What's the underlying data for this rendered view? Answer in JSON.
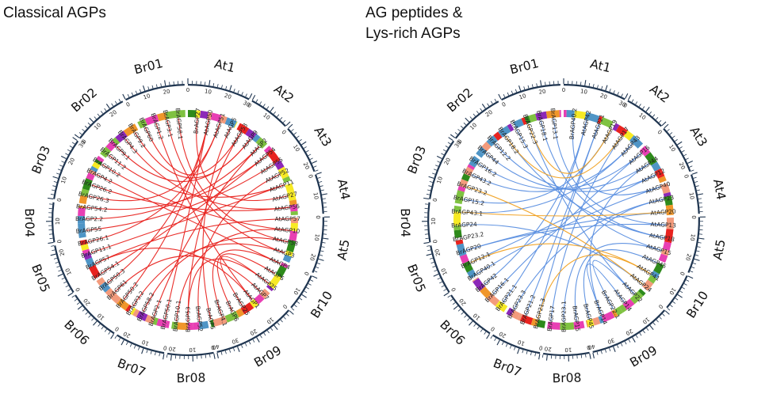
{
  "panels": [
    {
      "id": "classical",
      "title_lines": [
        "Classical AGPs"
      ],
      "link_colors": [
        "#e8231f"
      ],
      "chromosomes": [
        {
          "name": "At1",
          "size": 30,
          "ticks": [
            0,
            10,
            20,
            30
          ]
        },
        {
          "name": "At2",
          "size": 20,
          "ticks": [
            0,
            10
          ]
        },
        {
          "name": "At3",
          "size": 24,
          "ticks": [
            0,
            10,
            20
          ]
        },
        {
          "name": "At4",
          "size": 19,
          "ticks": [
            0,
            10
          ]
        },
        {
          "name": "At5",
          "size": 27,
          "ticks": [
            0,
            10,
            20
          ]
        },
        {
          "name": "Br10",
          "size": 18,
          "ticks": [
            0,
            10
          ]
        },
        {
          "name": "Br09",
          "size": 40,
          "ticks": [
            0,
            10,
            20,
            30,
            40
          ]
        },
        {
          "name": "Br08",
          "size": 22,
          "ticks": [
            0,
            10,
            20
          ]
        },
        {
          "name": "Br07",
          "size": 24,
          "ticks": [
            0,
            10,
            20
          ]
        },
        {
          "name": "Br06",
          "size": 26,
          "ticks": [
            0,
            10,
            20
          ]
        },
        {
          "name": "Br05",
          "size": 24,
          "ticks": [
            0,
            10,
            20
          ]
        },
        {
          "name": "Br04",
          "size": 19,
          "ticks": [
            0,
            10
          ]
        },
        {
          "name": "Br03",
          "size": 30,
          "ticks": [
            0,
            10,
            20,
            30
          ]
        },
        {
          "name": "Br02",
          "size": 27,
          "ticks": [
            0,
            10,
            20
          ]
        },
        {
          "name": "Br01",
          "size": 29,
          "ticks": [
            0,
            10,
            20
          ]
        }
      ],
      "genes": [
        "BrAGP27",
        "AtAGP50",
        "AtAGP51",
        "AtAGP5",
        "AtAGP53",
        "AtAGP9",
        "AtAGP2",
        "AtAGP54",
        "AtAGP55",
        "AtAGP52",
        "AtAGP11",
        "AtAGP27",
        "AtAGP56",
        "AtAGP57",
        "AtAGP10",
        "AtAGP58",
        "AtAGP3",
        "AtAGP4",
        "AtAGP6",
        "AtAGP25",
        "AtAGP7",
        "AtAGP1",
        "BrAGP25",
        "BrAGP6",
        "BrAGP4.1",
        "BrAGP5",
        "BrAGP52",
        "BrAGP53",
        "BrAGP10.1",
        "BrAGP50.1",
        "BrAGP2.1",
        "BrAGP58.2",
        "BrAGP3.2",
        "BrAGP50.2",
        "BrAGP61",
        "BrAGP50.3",
        "BrAGP54.1",
        "BrAGP57",
        "BrAGP11.1",
        "BrAGP26.1",
        "BrAGP55",
        "BrAGP2.2",
        "BrAGP54.2",
        "BrAGP26.3",
        "BrAGP26.2",
        "BrAGP4.2",
        "BrAGP10.2",
        "BrAGP11.2",
        "BrAGP9.1",
        "BrAGP4.3",
        "BrAGP9.2",
        "BrAGP60",
        "BrAGP1.2",
        "BrAGP3.1",
        "BrAGP58.1"
      ],
      "links": [
        {
          "from": "AtAGP50",
          "to": "BrAGP50.1"
        },
        {
          "from": "AtAGP51",
          "to": "BrAGP26.3"
        },
        {
          "from": "AtAGP5",
          "to": "BrAGP5"
        },
        {
          "from": "AtAGP53",
          "to": "BrAGP53"
        },
        {
          "from": "AtAGP9",
          "to": "BrAGP9.1"
        },
        {
          "from": "AtAGP2",
          "to": "BrAGP2.2"
        },
        {
          "from": "AtAGP54",
          "to": "BrAGP54.2"
        },
        {
          "from": "AtAGP55",
          "to": "BrAGP55"
        },
        {
          "from": "AtAGP52",
          "to": "BrAGP52"
        },
        {
          "from": "AtAGP11",
          "to": "BrAGP11.2"
        },
        {
          "from": "AtAGP27",
          "to": "BrAGP27"
        },
        {
          "from": "AtAGP56",
          "to": "BrAGP4.3"
        },
        {
          "from": "AtAGP57",
          "to": "BrAGP57"
        },
        {
          "from": "AtAGP10",
          "to": "BrAGP10.2"
        },
        {
          "from": "AtAGP58",
          "to": "BrAGP58.1"
        },
        {
          "from": "AtAGP3",
          "to": "BrAGP3.1"
        },
        {
          "from": "AtAGP4",
          "to": "BrAGP4.2"
        },
        {
          "from": "AtAGP6",
          "to": "BrAGP6"
        },
        {
          "from": "AtAGP25",
          "to": "BrAGP25"
        },
        {
          "from": "AtAGP7",
          "to": "BrAGP61"
        },
        {
          "from": "AtAGP1",
          "to": "BrAGP1.2"
        },
        {
          "from": "AtAGP50",
          "to": "BrAGP50.3"
        },
        {
          "from": "AtAGP10",
          "to": "BrAGP10.1"
        },
        {
          "from": "AtAGP2",
          "to": "BrAGP2.1"
        },
        {
          "from": "AtAGP11",
          "to": "BrAGP11.1"
        },
        {
          "from": "AtAGP9",
          "to": "BrAGP9.2"
        },
        {
          "from": "AtAGP58",
          "to": "BrAGP58.2"
        },
        {
          "from": "AtAGP3",
          "to": "BrAGP3.2"
        },
        {
          "from": "AtAGP54",
          "to": "BrAGP54.1"
        },
        {
          "from": "AtAGP4",
          "to": "BrAGP4.1"
        },
        {
          "from": "AtAGP51",
          "to": "BrAGP26.1"
        },
        {
          "from": "AtAGP50",
          "to": "BrAGP50.2"
        },
        {
          "from": "AtAGP53",
          "to": "BrAGP60"
        },
        {
          "from": "AtAGP56",
          "to": "BrAGP26.2"
        },
        {
          "from": "AtAGP25",
          "to": "BrAGP53"
        },
        {
          "from": "AtAGP1",
          "to": "BrAGP57"
        }
      ]
    },
    {
      "id": "ag-peptides",
      "title_lines": [
        "AG peptides &",
        "Lys-rich AGPs"
      ],
      "link_colors": [
        "#5b8fe0",
        "#f0a020"
      ],
      "chromosomes": [
        {
          "name": "At1",
          "size": 30,
          "ticks": [
            0,
            10,
            20,
            30
          ]
        },
        {
          "name": "At2",
          "size": 20,
          "ticks": [
            0,
            10
          ]
        },
        {
          "name": "At3",
          "size": 24,
          "ticks": [
            0,
            10,
            20
          ]
        },
        {
          "name": "At4",
          "size": 19,
          "ticks": [
            0,
            10
          ]
        },
        {
          "name": "At5",
          "size": 27,
          "ticks": [
            0,
            10,
            20
          ]
        },
        {
          "name": "Br10",
          "size": 18,
          "ticks": [
            0,
            10
          ]
        },
        {
          "name": "Br09",
          "size": 40,
          "ticks": [
            0,
            10,
            20,
            30,
            40
          ]
        },
        {
          "name": "Br08",
          "size": 22,
          "ticks": [
            0,
            10,
            20
          ]
        },
        {
          "name": "Br07",
          "size": 24,
          "ticks": [
            0,
            10,
            20
          ]
        },
        {
          "name": "Br06",
          "size": 26,
          "ticks": [
            0,
            10,
            20
          ]
        },
        {
          "name": "Br05",
          "size": 24,
          "ticks": [
            0,
            10,
            20
          ]
        },
        {
          "name": "Br04",
          "size": 19,
          "ticks": [
            0,
            10
          ]
        },
        {
          "name": "Br03",
          "size": 30,
          "ticks": [
            0,
            10,
            20,
            30
          ]
        },
        {
          "name": "Br02",
          "size": 27,
          "ticks": [
            0,
            10,
            20
          ]
        },
        {
          "name": "Br01",
          "size": 29,
          "ticks": [
            0,
            10,
            20
          ]
        }
      ],
      "genes": [
        "BrAGP40.2",
        "AtAGP42",
        "AtAGP21",
        "AtAGP19",
        "AtAGP17",
        "AtAGP43",
        "AtAGP16",
        "AtAGP44",
        "AtAGP12",
        "AtAGP40",
        "AtAGP23",
        "AtAGP20",
        "AtAGP13",
        "AtAGP18",
        "AtAGP15",
        "AtAGP45",
        "AtAGP41",
        "AtAGP24",
        "AtAGP22",
        "AtAGP14",
        "BrAGP22.1",
        "BrAGP14",
        "BrAGP45",
        "BrAGP15",
        "BrAGP23.1",
        "BrAGP17",
        "BrAGP21.3",
        "BrAGP21.2",
        "BrAGP23.3",
        "BrAGP21.1",
        "BrAGP16.1",
        "BrAGP42",
        "BrAGP40.1",
        "BrAGP12.1",
        "BrAGP20",
        "BrAGP23.2",
        "BrAGP24",
        "BrAGP43.1",
        "BrAGP15.2",
        "BrAGP23.2",
        "BrAGP43.2",
        "BrAGP16.2",
        "BrAGP44",
        "BrAGP12.2",
        "BrAGP18.2",
        "BrAGP15.3",
        "BrAGP22.3",
        "BrAGP18.1",
        "BrAGP13.1"
      ],
      "links": [
        {
          "from": "AtAGP42",
          "to": "BrAGP42",
          "color": 0
        },
        {
          "from": "AtAGP21",
          "to": "BrAGP21.3",
          "color": 0
        },
        {
          "from": "AtAGP19",
          "to": "BrAGP15.2",
          "color": 0
        },
        {
          "from": "AtAGP17",
          "to": "BrAGP17",
          "color": 0
        },
        {
          "from": "AtAGP43",
          "to": "BrAGP43.1",
          "color": 0
        },
        {
          "from": "AtAGP16",
          "to": "BrAGP16.1",
          "color": 0
        },
        {
          "from": "AtAGP44",
          "to": "BrAGP44",
          "color": 0
        },
        {
          "from": "AtAGP12",
          "to": "BrAGP12.1",
          "color": 0
        },
        {
          "from": "AtAGP40",
          "to": "BrAGP40.1",
          "color": 0
        },
        {
          "from": "AtAGP23",
          "to": "BrAGP23.1",
          "color": 0
        },
        {
          "from": "AtAGP20",
          "to": "BrAGP20",
          "color": 0
        },
        {
          "from": "AtAGP13",
          "to": "BrAGP13.1",
          "color": 0
        },
        {
          "from": "AtAGP18",
          "to": "BrAGP18.1",
          "color": 0
        },
        {
          "from": "AtAGP15",
          "to": "BrAGP15",
          "color": 0
        },
        {
          "from": "AtAGP45",
          "to": "BrAGP45",
          "color": 0
        },
        {
          "from": "AtAGP24",
          "to": "BrAGP24",
          "color": 0
        },
        {
          "from": "AtAGP22",
          "to": "BrAGP22.3",
          "color": 0
        },
        {
          "from": "AtAGP14",
          "to": "BrAGP14",
          "color": 0
        },
        {
          "from": "AtAGP42",
          "to": "BrAGP21.1",
          "color": 0
        },
        {
          "from": "AtAGP21",
          "to": "BrAGP21.2",
          "color": 0
        },
        {
          "from": "AtAGP12",
          "to": "BrAGP12.2",
          "color": 0
        },
        {
          "from": "AtAGP16",
          "to": "BrAGP16.2",
          "color": 0
        },
        {
          "from": "AtAGP43",
          "to": "BrAGP43.2",
          "color": 0
        },
        {
          "from": "AtAGP23",
          "to": "BrAGP23.3",
          "color": 0
        },
        {
          "from": "AtAGP18",
          "to": "BrAGP18.2",
          "color": 0
        },
        {
          "from": "AtAGP15",
          "to": "BrAGP15.3",
          "color": 0
        },
        {
          "from": "AtAGP40",
          "to": "BrAGP40.2",
          "color": 0
        },
        {
          "from": "AtAGP22",
          "to": "BrAGP22.1",
          "color": 0
        },
        {
          "from": "AtAGP13",
          "to": "BrAGP20",
          "color": 0
        },
        {
          "from": "AtAGP44",
          "to": "BrAGP14",
          "color": 0
        },
        {
          "from": "AtAGP19",
          "to": "BrAGP22.3",
          "color": 1
        },
        {
          "from": "AtAGP17",
          "to": "BrAGP18.2",
          "color": 1
        },
        {
          "from": "AtAGP41",
          "to": "BrAGP21.3",
          "color": 1
        },
        {
          "from": "AtAGP24",
          "to": "BrAGP23.2",
          "color": 1
        },
        {
          "from": "AtAGP20",
          "to": "BrAGP43.1",
          "color": 1
        },
        {
          "from": "AtAGP41",
          "to": "BrAGP12.1",
          "color": 1
        }
      ]
    }
  ],
  "colors": {
    "scale": "#1f3550",
    "band": [
      "#4f95c6",
      "#e8231f",
      "#f7ea25",
      "#e83fb3",
      "#8c28b8",
      "#2e8a1b",
      "#f0962a",
      "#f39b7c",
      "#7fc241"
    ]
  }
}
